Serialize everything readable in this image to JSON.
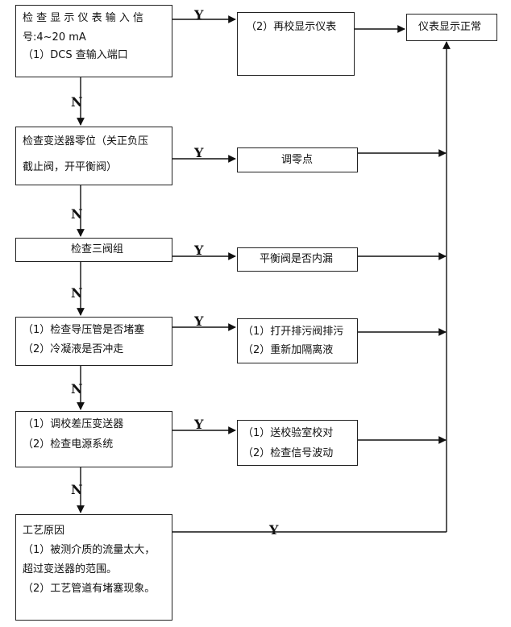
{
  "steps": [
    {
      "lines": [
        "检 查 显 示 仪 表 输 入 信",
        "号:4~20 mA",
        "（1）DCS 查输入端口"
      ]
    },
    {
      "lines": [
        "检查变送器零位（关正负压",
        "截止阀，开平衡阀）"
      ]
    },
    {
      "lines": [
        "检查三阀组"
      ]
    },
    {
      "lines": [
        "（1）检查导压管是否堵塞",
        "（2）冷凝液是否冲走"
      ]
    },
    {
      "lines": [
        "（1）调校差压变送器",
        "（2）检查电源系统"
      ]
    },
    {
      "lines": [
        "工艺原因",
        "（1）被测介质的流量太大，",
        "超过变送器的范围。",
        "（2）工艺管道有堵塞现象。"
      ]
    }
  ],
  "actions": [
    {
      "lines": [
        "（2）再校显示仪表"
      ]
    },
    {
      "lines": [
        "调零点"
      ]
    },
    {
      "lines": [
        "平衡阀是否内漏"
      ]
    },
    {
      "lines": [
        "（1）打开排污阀排污",
        "（2）重新加隔离液"
      ]
    },
    {
      "lines": [
        "（1）送校验室校对",
        "（2）检查信号波动"
      ]
    }
  ],
  "result": "仪表显示正常",
  "yes_label": "Y",
  "no_label": "N"
}
